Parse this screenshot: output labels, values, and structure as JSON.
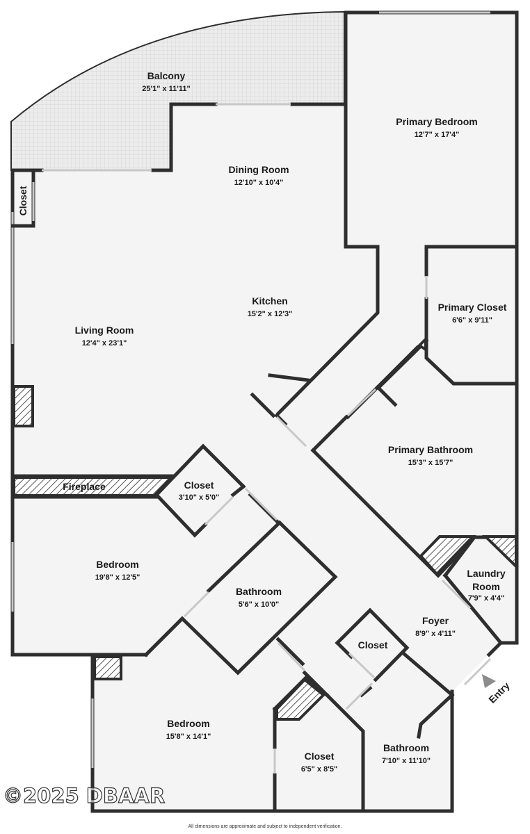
{
  "rooms": {
    "balcony": {
      "name": "Balcony",
      "dim": "25'1\" x 11'11\""
    },
    "primary_bedroom": {
      "name": "Primary Bedroom",
      "dim": "12'7\" x 17'4\""
    },
    "dining_room": {
      "name": "Dining Room",
      "dim": "12'10\" x 10'4\""
    },
    "closet_left": {
      "name": "Closet"
    },
    "kitchen": {
      "name": "Kitchen",
      "dim": "15'2\" x 12'3\""
    },
    "living_room": {
      "name": "Living Room",
      "dim": "12'4\" x 23'1\""
    },
    "primary_closet": {
      "name": "Primary Closet",
      "dim": "6'6\" x 9'11\""
    },
    "primary_bathroom": {
      "name": "Primary Bathroom",
      "dim": "15'3\" x 15'7\""
    },
    "fireplace": {
      "name": "Fireplace"
    },
    "closet_mid": {
      "name": "Closet",
      "dim": "3'10\" x 5'0\""
    },
    "bedroom_1": {
      "name": "Bedroom",
      "dim": "19'8\" x 12'5\""
    },
    "bathroom_1": {
      "name": "Bathroom",
      "dim": "5'6\" x 10'0\""
    },
    "laundry_room": {
      "name_line1": "Laundry",
      "name_line2": "Room",
      "dim": "7'9\" x 4'4\""
    },
    "foyer": {
      "name": "Foyer",
      "dim": "8'9\" x 4'11\""
    },
    "closet_foyer": {
      "name": "Closet"
    },
    "bedroom_2": {
      "name": "Bedroom",
      "dim": "15'8\" x 14'1\""
    },
    "closet_bottom": {
      "name": "Closet",
      "dim": "6'5\" x 8'5\""
    },
    "bathroom_2": {
      "name": "Bathroom",
      "dim": "7'10\" x 11'10\""
    }
  },
  "entry_label": "Entry",
  "watermark": "©2025 DBAAR",
  "disclaimer": "All dimensions are approximate and subject to independent verification.",
  "colors": {
    "wall": "#2e2e2e",
    "floor": "#f4f4f4",
    "balcony": "#e6e6e6",
    "window": "#c8c8c8",
    "entry_arrow": "#8c8c8c"
  }
}
